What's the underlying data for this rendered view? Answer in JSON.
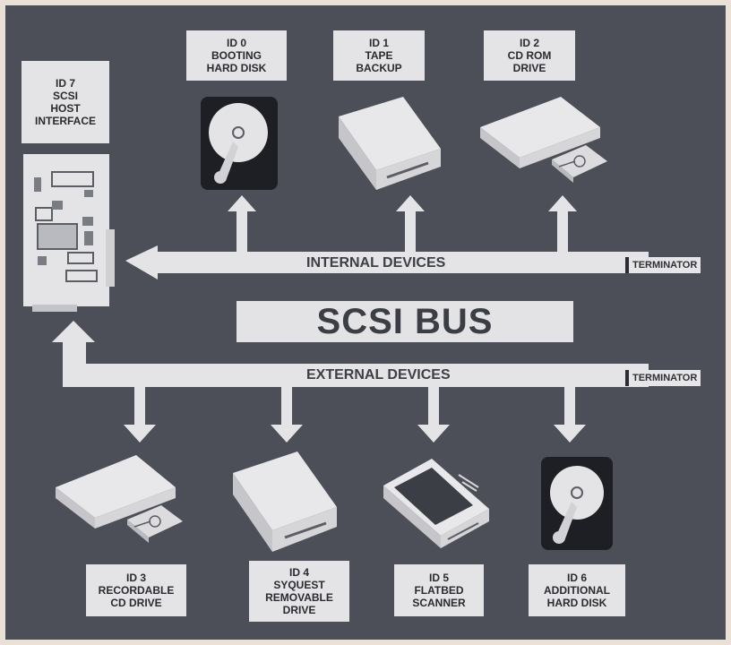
{
  "diagram": {
    "title": "SCSI BUS",
    "internal_label": "INTERNAL DEVICES",
    "external_label": "EXTERNAL DEVICES",
    "terminator_internal": "TERMINATOR",
    "terminator_external": "TERMINATOR"
  },
  "host": {
    "lines": [
      "ID 7",
      "SCSI",
      "HOST",
      "INTERFACE"
    ]
  },
  "internal_devices": [
    {
      "lines": [
        "ID 0",
        "BOOTING",
        "HARD DISK"
      ],
      "icon": "hard-disk-icon"
    },
    {
      "lines": [
        "ID 1",
        "TAPE",
        "BACKUP"
      ],
      "icon": "tape-drive-icon"
    },
    {
      "lines": [
        "ID 2",
        "CD ROM",
        "DRIVE"
      ],
      "icon": "cd-drive-icon"
    }
  ],
  "external_devices": [
    {
      "lines": [
        "ID 3",
        "RECORDABLE",
        "CD DRIVE"
      ],
      "icon": "cd-drive-icon"
    },
    {
      "lines": [
        "ID 4",
        "SYQUEST",
        "REMOVABLE",
        "DRIVE"
      ],
      "icon": "removable-drive-icon"
    },
    {
      "lines": [
        "ID 5",
        "FLATBED",
        "SCANNER"
      ],
      "icon": "scanner-icon"
    },
    {
      "lines": [
        "ID 6",
        "ADDITIONAL",
        "HARD DISK"
      ],
      "icon": "hard-disk-icon"
    }
  ],
  "colors": {
    "background": "#4c4f57",
    "frame": "#e9e1d6",
    "bus": "#e4e4e6",
    "text": "#2a2b30"
  }
}
